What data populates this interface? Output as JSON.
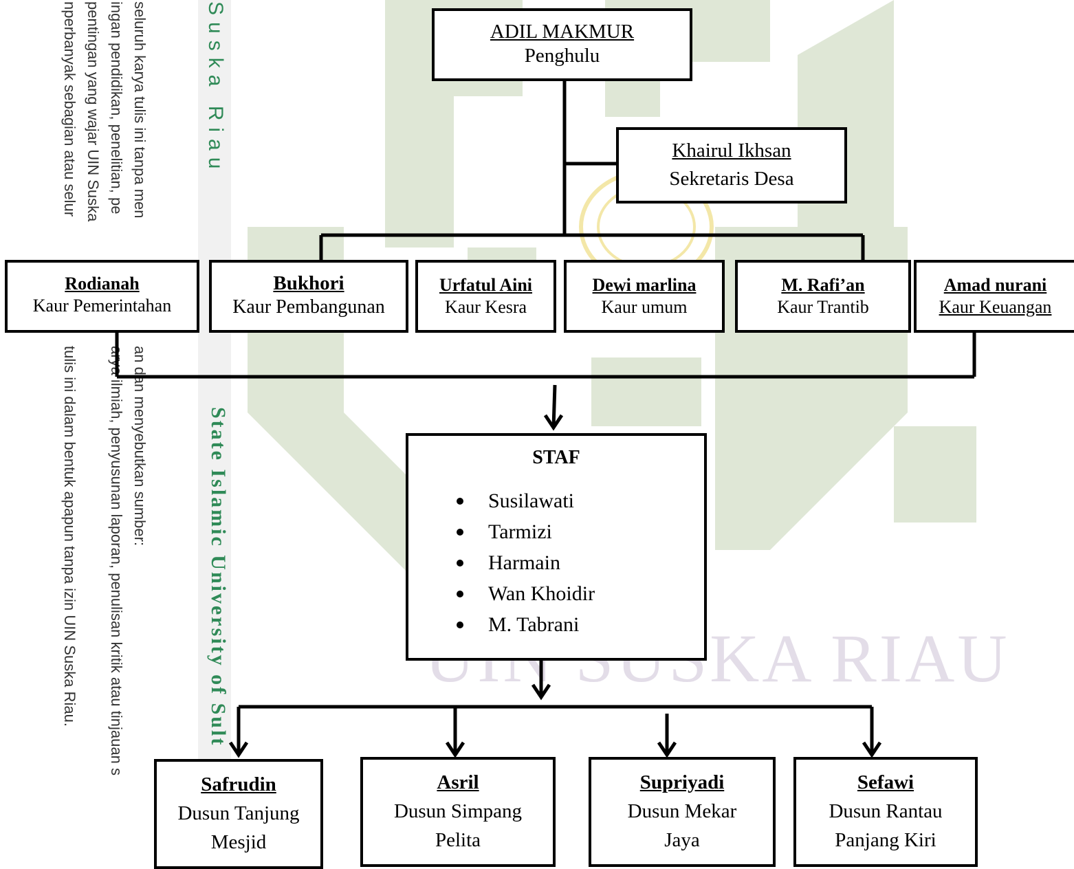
{
  "sidebar": {
    "col1": "seluruh karya tulis ini tanpa men",
    "col1b": "an dan menyebutkan sumber:",
    "col2": "ingan pendidikan, penelitian, pe",
    "col2b": "arya ilmiah, penyusunan laporan, penulisan kritik atau tinjauan s",
    "col3": "pentingan yang wajar UIN Suska",
    "col4": "nperbanyak sebagian atau selur",
    "col4b": "tulis ini dalam bentuk apapun tanpa izin UIN Suska Riau.",
    "green_top": "Suska Riau",
    "green_bottom": "State Islamic University of Sult"
  },
  "watermark": {
    "text": "UIN SUSKA RIAU"
  },
  "head": {
    "name": "ADIL MAKMUR",
    "role": "Penghulu"
  },
  "secretary": {
    "name": "Khairul Ikhsan",
    "role": "Sekretaris Desa"
  },
  "kaur": [
    {
      "name": "Rodianah",
      "role": "Kaur Pemerintahan"
    },
    {
      "name": "Bukhori",
      "role": "Kaur Pembangunan"
    },
    {
      "name": "Urfatul Aini",
      "role": "Kaur Kesra"
    },
    {
      "name": "Dewi marlina",
      "role": "Kaur umum"
    },
    {
      "name": "M. Rafi’an",
      "role": "Kaur Trantib"
    },
    {
      "name": "Amad nurani",
      "role": "Kaur Keuangan"
    }
  ],
  "staf": {
    "title": "STAF",
    "members": [
      "Susilawati",
      "Tarmizi",
      "Harmain",
      "Wan Khoidir",
      "M. Tabrani"
    ]
  },
  "dusun": [
    {
      "name": "Safrudin",
      "role": "Dusun Tanjung Mesjid"
    },
    {
      "name": "Asril",
      "role": "Dusun Simpang Pelita"
    },
    {
      "name": "Supriyadi",
      "role": "Dusun Mekar Jaya"
    },
    {
      "name": "Sefawi",
      "role": "Dusun Rantau Panjang Kiri"
    }
  ],
  "colors": {
    "accent_green": "#2f8a57",
    "watermark": "#dfe7d6"
  }
}
